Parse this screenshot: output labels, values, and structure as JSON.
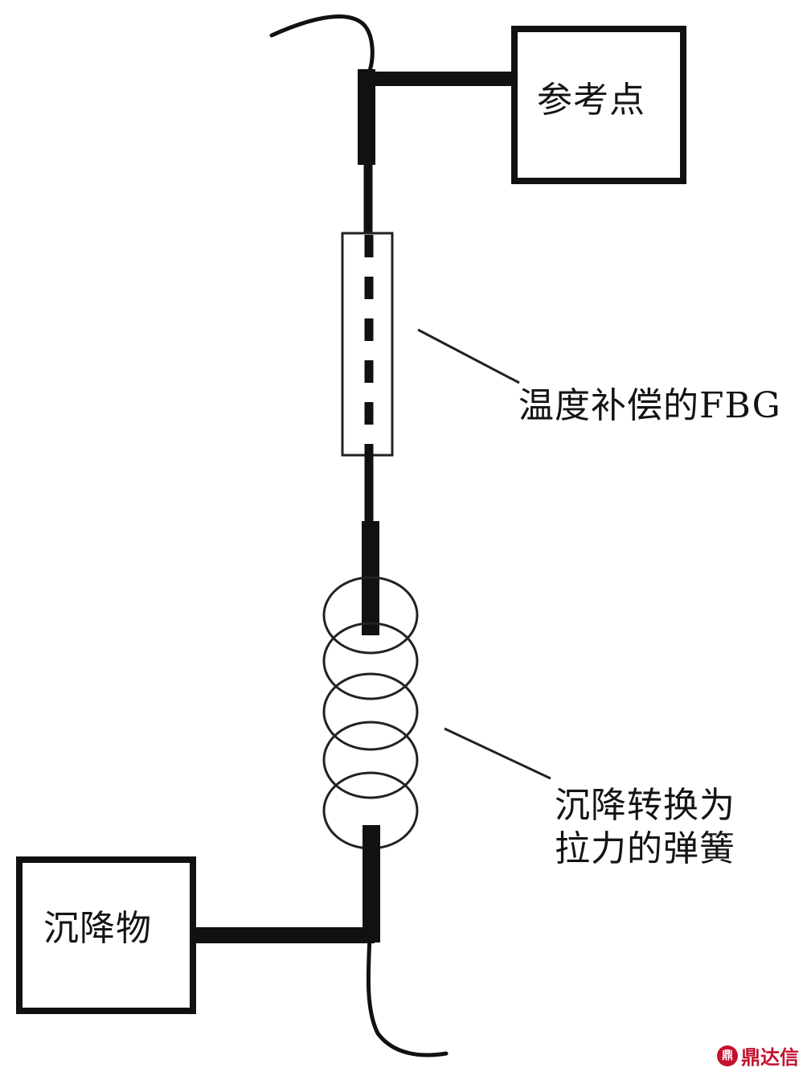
{
  "labels": {
    "reference_point": "参考点",
    "fbg": "温度补偿的FBG",
    "spring_line1": "沉降转换为",
    "spring_line2": "拉力的弹簧",
    "settlement_object": "沉降物"
  },
  "watermark": {
    "text": "鼎达信",
    "icon": "dingdaxin-logo-icon"
  },
  "colors": {
    "line": "#111111",
    "watermark": "#c4122f"
  }
}
